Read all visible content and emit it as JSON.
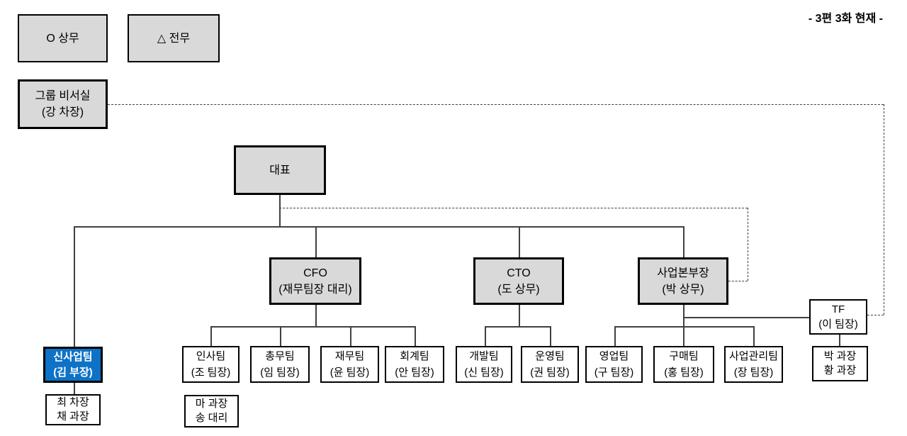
{
  "annotation": "- 3편 3화 현재 -",
  "legend": [
    {
      "label": "O 상무"
    },
    {
      "label": "△ 전무"
    }
  ],
  "nodes": {
    "secretariat": {
      "line1": "그룹 비서실",
      "line2": "(강 차장)"
    },
    "ceo": {
      "line1": "대표"
    },
    "cfo": {
      "line1": "CFO",
      "line2": "(재무팀장 대리)"
    },
    "cto": {
      "line1": "CTO",
      "line2": "(도 상무)"
    },
    "biz_head": {
      "line1": "사업본부장",
      "line2": "(박 상무)"
    },
    "tf": {
      "line1": "TF",
      "line2": "(이 팀장)"
    },
    "new_biz": {
      "line1": "신사업팀",
      "line2": "(김 부장)"
    },
    "new_biz_members": {
      "line1": "최 차장",
      "line2": "채 과장"
    },
    "hr": {
      "line1": "인사팀",
      "line2": "(조 팀장)"
    },
    "hr_members": {
      "line1": "마 과장",
      "line2": "송 대리"
    },
    "general_affairs": {
      "line1": "총무팀",
      "line2": "(임 팀장)"
    },
    "finance": {
      "line1": "재무팀",
      "line2": "(윤 팀장)"
    },
    "accounting": {
      "line1": "회계팀",
      "line2": "(안 팀장)"
    },
    "dev": {
      "line1": "개발팀",
      "line2": "(신 팀장)"
    },
    "ops": {
      "line1": "운영팀",
      "line2": "(권 팀장)"
    },
    "sales": {
      "line1": "영업팀",
      "line2": "(구 팀장)"
    },
    "purchase": {
      "line1": "구매팀",
      "line2": "(홍 팀장)"
    },
    "biz_mgmt": {
      "line1": "사업관리팀",
      "line2": "(장 팀장)"
    },
    "tf_members": {
      "line1": "박 과장",
      "line2": "황 과장"
    }
  },
  "colors": {
    "box_fill_gray": "#d9d9d9",
    "box_fill_blue": "#0e72c6",
    "box_text_blue": "#ffffff",
    "border": "#000000",
    "line": "#404040"
  }
}
